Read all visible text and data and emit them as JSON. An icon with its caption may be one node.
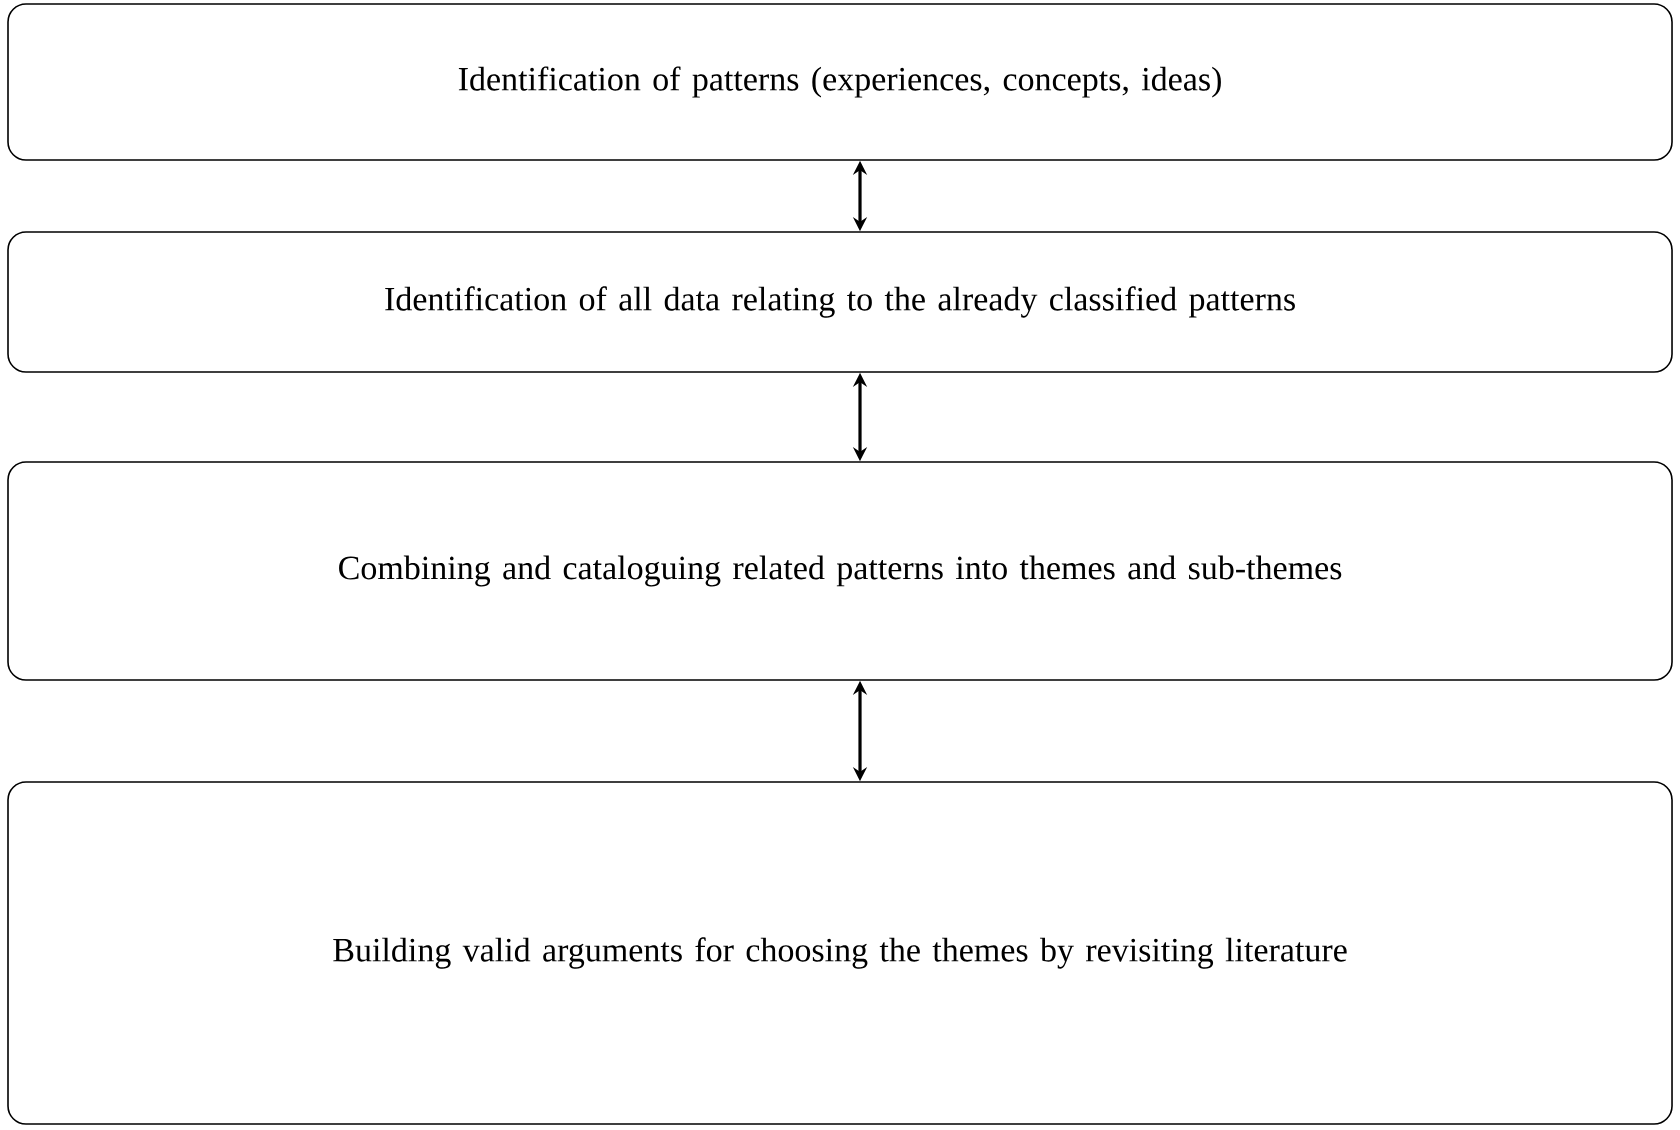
{
  "diagram": {
    "nodes": [
      {
        "text": [
          "Identification of patterns (experiences, concepts, ideas)"
        ]
      },
      {
        "text": [
          "Identification of all data relating to the already classified patterns"
        ]
      },
      {
        "text": [
          "Combining and cataloguing related patterns into themes and sub-themes"
        ]
      },
      {
        "text": [
          "Building valid arguments for choosing the themes by revisiting literature"
        ]
      }
    ],
    "edges": [
      {
        "from": 0,
        "to": 1,
        "arrow": "both"
      },
      {
        "from": 1,
        "to": 2,
        "arrow": "both"
      },
      {
        "from": 2,
        "to": 3,
        "arrow": "both"
      }
    ]
  }
}
